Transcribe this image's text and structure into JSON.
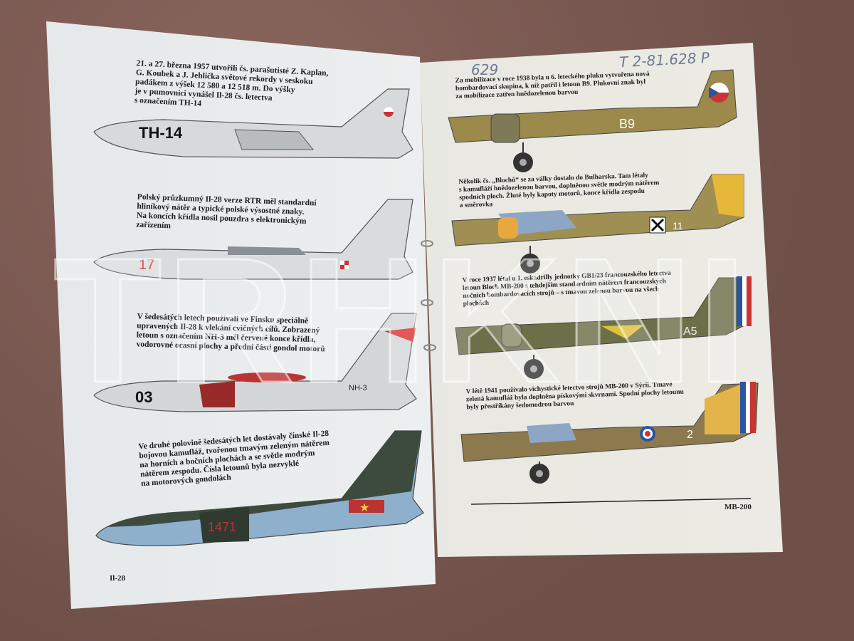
{
  "left_page": {
    "captions": [
      "21. a 27. března 1957 utvořili čs. parašutisté Z. Kaplan,\nG. Koubek a J. Jehlička světové rekordy v seskoku\npadákem z výšek 12 580 a 12 518 m. Do výšky\nje v pumovnici vynášel Il-28 čs. letectva\ns označením TH-14",
      "Polský průzkumný Il-28 verze RTR měl standardní\nhliníkový nátěr a typické polské výsostné znaky.\nNa koncích křídla nosil pouzdra s elektronickým\nzařízením",
      "V šedesátých letech používali ve Finsku speciálně\nupravených Il-28 k vlekání cvičných cílů. Zobrazený\nletoun s označením NH-3 měl červené konce křídla,\nvodorovné ocasní plochy a přední části gondol motorů",
      "Ve druhé polovině šedesátých let dostávaly čínské Il-28\nbojovou kamufláž, tvořenou tmavým zeleným nátěrem\nna horních a bočních plochách a se světle modrým\nnátěrem zespodu. Čísla letounů byla nezvyklé\nna motorových gondolách"
    ],
    "aircraft_markings": [
      "TH-14",
      "17",
      "03",
      "NH-3",
      "1471"
    ],
    "page_label": "Il-28"
  },
  "right_page": {
    "handwritten": [
      "629",
      "T 2-81.628 P"
    ],
    "captions": [
      "Za mobilizace v roce 1938 byla u 6. leteckého pluku vytvořena nová\nbombardovací skupina, k níž patřil i letoun B9. Plukovní znak byl\nza mobilizace zatřen hnědozelenou barvou",
      "Několik čs. „Blochů“ se za války dostalo do Bulharska. Tam létaly\ns kamufláží hnědozelenou barvou, doplněnou světle modrým nátěrem\nspodních ploch. Žluté byly kapoty motorů, konce křídla zespodu\na směrovka",
      "V roce 1937 létal u 1. eskadrilly jednotky GB1/23 francouzského letectva\nletoun Bloch MB-200 s tehdejším standardním nátěrem francouzských\nnočních bombardovacích strojů – s tmavou zelenou barvou na všech\nplochách",
      "V létě 1941 používalo vichystické letectvo strojů MB-200 v Sýrii. Tmavé\nzelená kamufláž byla doplněna pískovými skvrnami. Spodní plochy letounu\nbyly přestříkány šedomodrou barvou"
    ],
    "aircraft_markings": [
      "B9",
      "11",
      "A5",
      "2"
    ],
    "page_label": "MB-200"
  },
  "watermark": "TRHKNI",
  "colors": {
    "carpet": "#7b5a53",
    "paper": "#eceee9",
    "olive": "#9b8a4c",
    "dark_green": "#5e6340"
  }
}
